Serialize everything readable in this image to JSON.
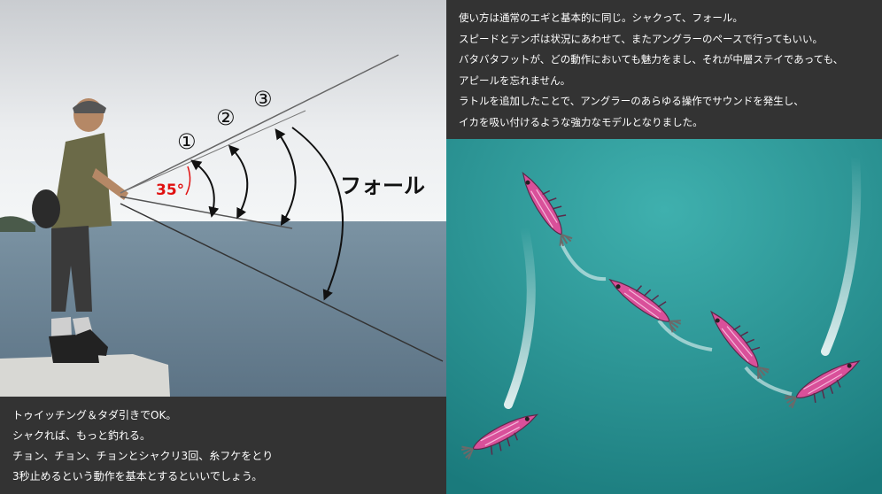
{
  "photo": {
    "angle_label": "35°",
    "step_labels": [
      "①",
      "②",
      "③"
    ],
    "fall_label": "フォール"
  },
  "left_caption": {
    "lines": [
      "トゥイッチング＆タダ引きでOK。",
      "シャクれば、もっと釣れる。",
      "チョン、チョン、チョンとシャクリ3回、糸フケをとり",
      "3秒止めるという動作を基本とするといいでしょう。"
    ]
  },
  "right_caption": {
    "lines": [
      "使い方は通常のエギと基本的に同じ。シャクって、フォール。",
      "スピードとテンポは状況にあわせて、またアングラーのペースで行ってもいい。",
      "バタバタフットが、どの動作においても魅力をまし、それが中層ステイであっても、",
      "アピールを忘れません。",
      "ラトルを追加したことで、アングラーのあらゆる操作でサウンドを発生し、",
      "イカを吸い付けるような強力なモデルとなりました。"
    ]
  },
  "colors": {
    "sea": "#2a9a9a",
    "egi_pink": "#d9509a",
    "angle_red": "#e01010",
    "caption_bg": "#333333"
  }
}
